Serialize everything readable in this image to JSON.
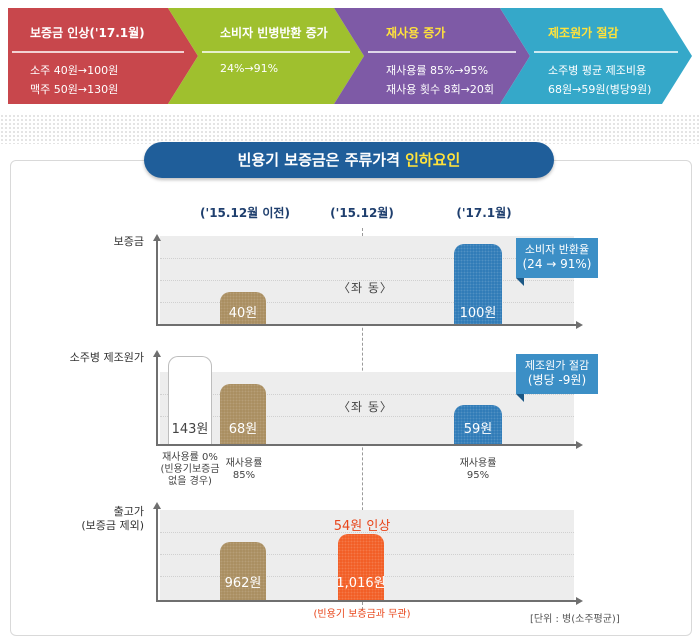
{
  "banner": [
    {
      "title": "보증금 인상('17.1월)",
      "lines": [
        "소주 40원→100원",
        "맥주 50원→130원"
      ],
      "color": "#c8474c",
      "title_color": "#ffffff"
    },
    {
      "title": "소비자 빈병반환 증가",
      "lines": [
        "24%→91%"
      ],
      "color": "#9fc02e",
      "title_color": "#ffffff"
    },
    {
      "title": "재사용 증가",
      "lines": [
        "재사용률 85%→95%",
        "재사용 횟수 8회→20회"
      ],
      "color": "#7e5aa6",
      "title_color": "#ffe23b"
    },
    {
      "title": "제조원가 절감",
      "lines": [
        "소주병 평균 제조비용",
        "68원→59원(병당9원)"
      ],
      "color": "#35a8c9",
      "title_color": "#ffe23b"
    }
  ],
  "heading": {
    "main": "빈용기 보증금은 주류가격 ",
    "highlight": "인하요인"
  },
  "chart_data": {
    "type": "bar",
    "columns": [
      "('15.12월 이전)",
      "('15.12월)",
      "('17.1월)"
    ],
    "unit": "[단위 : 병(소주평균)]",
    "rows": [
      {
        "label": "보증금",
        "bars": [
          {
            "column": "('15.12월 이전)",
            "value": 40,
            "label": "40원"
          },
          {
            "column": "('17.1월)",
            "value": 100,
            "label": "100원"
          }
        ],
        "middle": "〈좌 동〉",
        "callout": {
          "line1": "소비자 반환율",
          "line2": "(24 → 91%)"
        }
      },
      {
        "label": "소주병 제조원가",
        "bars": [
          {
            "column": "('15.12월 이전)",
            "value": 143,
            "label": "143원",
            "note": [
              "재사용률 0%",
              "(빈용기보증금",
              "없을 경우)"
            ]
          },
          {
            "column": "('15.12월 이전)",
            "value": 68,
            "label": "68원",
            "note": [
              "재사용률",
              "85%"
            ]
          },
          {
            "column": "('17.1월)",
            "value": 59,
            "label": "59원",
            "note": [
              "재사용률",
              "95%"
            ]
          }
        ],
        "middle": "〈좌 동〉",
        "callout": {
          "line1": "제조원가 절감",
          "line2": "(병당 -9원)"
        }
      },
      {
        "label": "출고가",
        "label2": "(보증금 제외)",
        "bars": [
          {
            "column": "('15.12월 이전)",
            "value": 962,
            "label": "962원"
          },
          {
            "column": "('15.12월)",
            "value": 1016,
            "label": "1,016원",
            "annotation": "54원 인상",
            "note": [
              "(빈용기 보증금과 무관)"
            ]
          }
        ]
      }
    ],
    "colors": {
      "gold": "#a88c5d",
      "blue": "#2a78b6",
      "orange": "#f25a20",
      "callout": "#3c8fc6",
      "heading": "#1f5e9a",
      "highlight": "#ffe23b",
      "red": "#e8461b"
    }
  }
}
